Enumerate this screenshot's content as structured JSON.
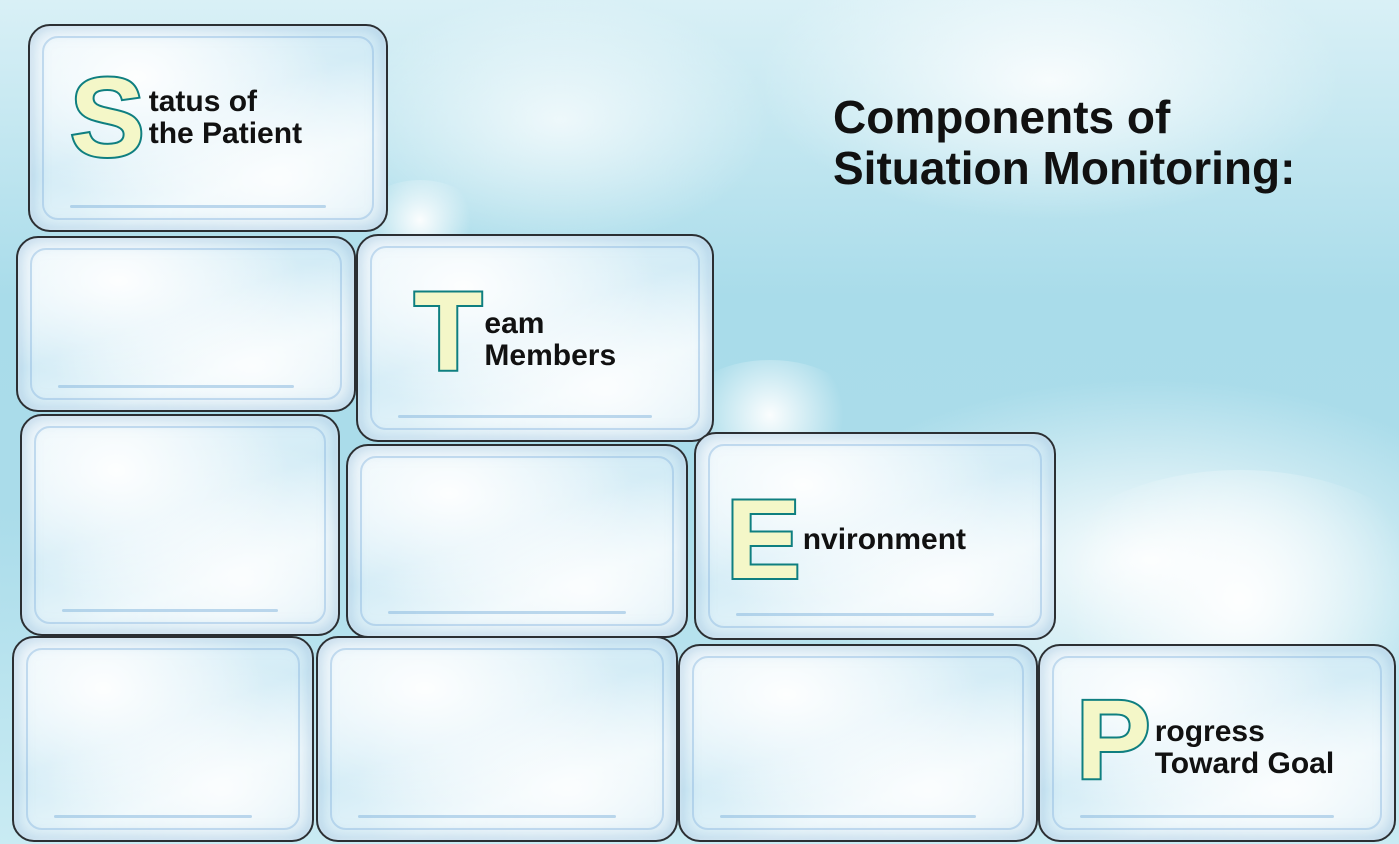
{
  "title": {
    "line1": "Components of",
    "line2": "Situation Monitoring:"
  },
  "components": [
    {
      "letter": "S",
      "line1": "tatus of",
      "line2": "the Patient"
    },
    {
      "letter": "T",
      "line1": "eam",
      "line2": "Members"
    },
    {
      "letter": "E",
      "line1": "nvironment",
      "line2": ""
    },
    {
      "letter": "P",
      "line1": "rogress",
      "line2": "Toward Goal"
    }
  ],
  "colors": {
    "letter_outline": "#0f7f80",
    "letter_fill": "#f4f7c8",
    "text": "#111111",
    "sky": "#a9dcea"
  }
}
